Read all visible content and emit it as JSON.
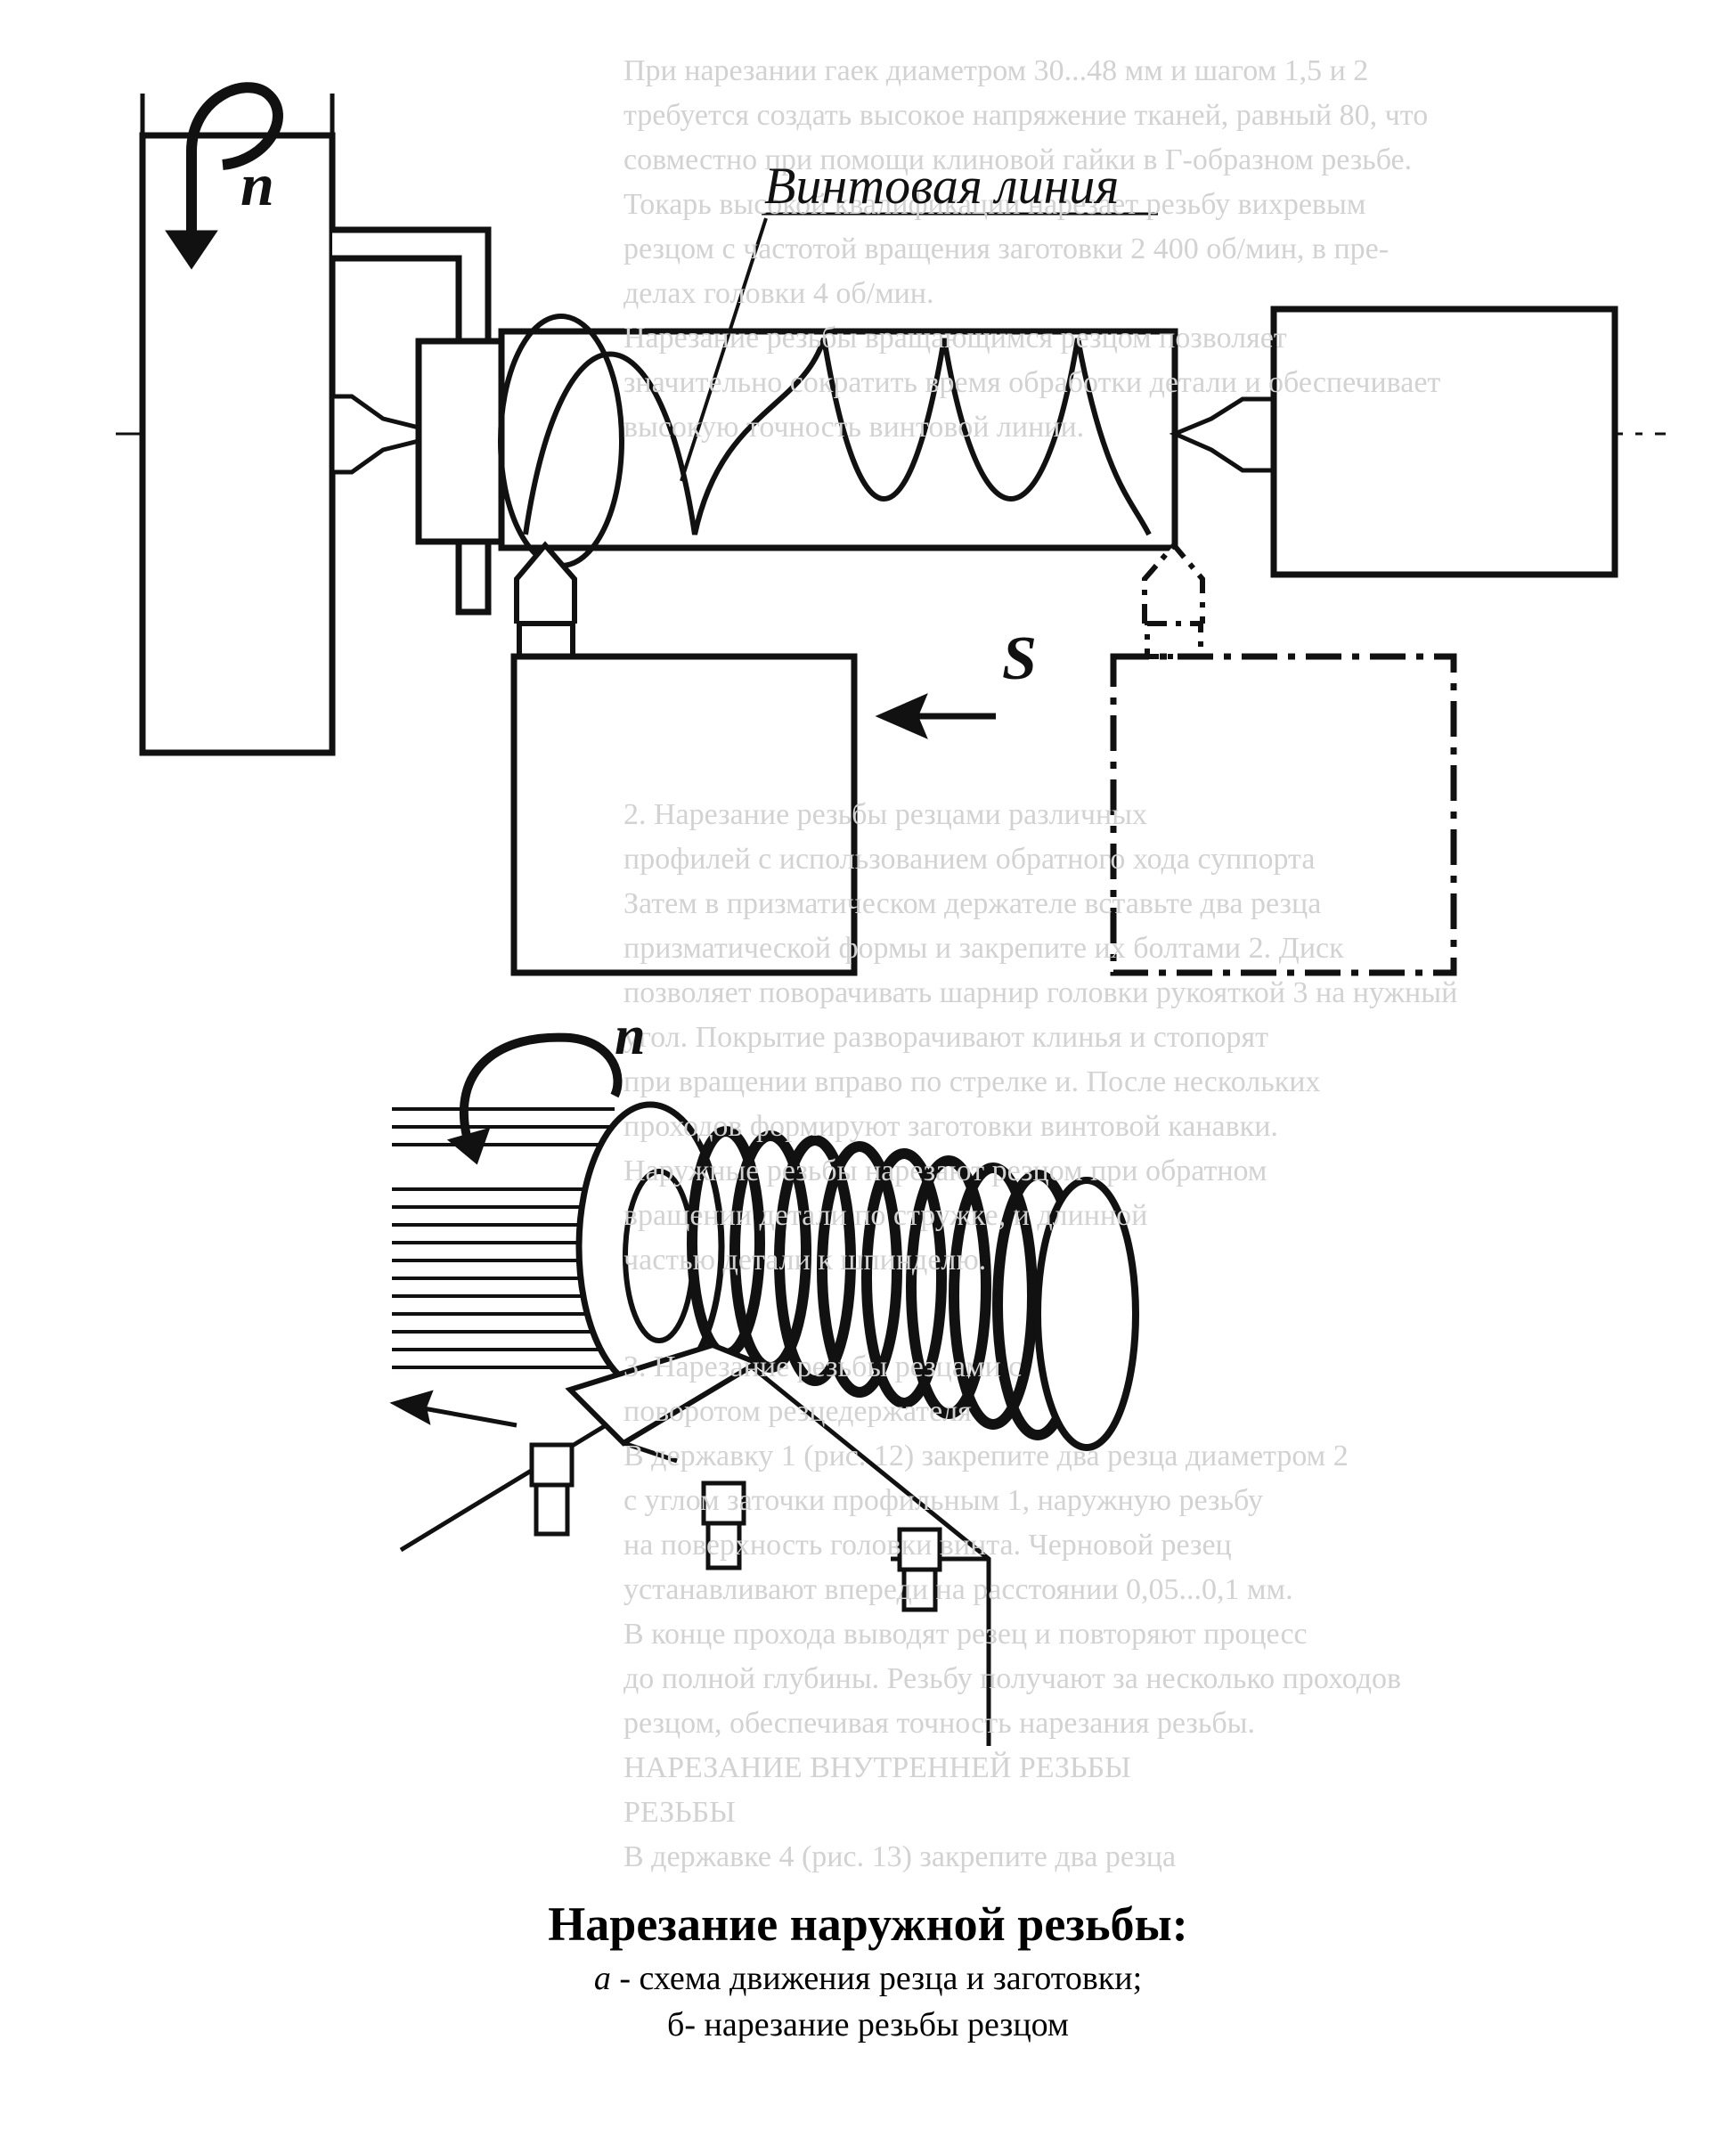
{
  "labels": {
    "helix": "Винтовая линия",
    "spindle_rotation": "n",
    "feed": "S",
    "part_rotation": "n"
  },
  "caption": {
    "title": "Нарезание наружной резьбы:",
    "line_a_letter": "а",
    "line_a_text": " - схема движения резца и заготовки;",
    "line_b": "б- нарезание резьбы резцом"
  },
  "background_text_top": [
    "При нарезании гаек диаметром 30...48 мм и шагом 1,5 и 2",
    "требуется создать высокое напряжение тканей, равный 80, что",
    "совместно при помощи клиновой гайки в Г-образном резьбе.",
    "Токарь высокой квалификации нарезает резьбу вихревым",
    "резцом с частотой вращения заготовки 2 400 об/мин, в пре-",
    "делах головки 4 об/мин.",
    "Нарезание резьбы вращающимся резцом позволяет",
    "значительно сократить время обработки детали и обеспечивает",
    "высокую точность винтовой линии."
  ],
  "background_text_mid": [
    "2. Нарезание резьбы резцами различных",
    "профилей с использованием обратного хода суппорта",
    "",
    "",
    "Затем в призматическом держателе вставьте два резца",
    "призматической формы и закрепите их болтами 2. Диск",
    "позволяет поворачивать шарнир головки рукояткой 3 на нужный",
    "угол. Покрытие разворачивают клинья и стопорят",
    "при вращении вправо по стрелке и. После нескольких",
    "проходов формируют заготовки винтовой канавки.",
    "Наружные резьбы нарезают резцом при обратном",
    "вращении детали по стружке, и длинной",
    "частью детали к шпинделю."
  ],
  "background_text_bottom": [
    "3. Нарезание резьбы резцами с",
    "поворотом резцедержателя",
    "",
    "В державку 1 (рис. 12) закрепите два резца диаметром 2",
    "с углом заточки профильным 1, наружную резьбу",
    "на поверхность головки винта. Черновой резец",
    "устанавливают впереди на расстоянии 0,05...0,1 мм.",
    "В конце прохода выводят резец и повторяют процесс",
    "до полной глубины. Резьбу получают за несколько проходов",
    "резцом, обеспечивая точность нарезания резьбы.",
    "",
    "НАРЕЗАНИЕ ВНУТРЕННЕЙ РЕЗЬБЫ",
    "РЕЗЬБЫ",
    "В державке 4 (рис. 13) закрепите два резца"
  ]
}
